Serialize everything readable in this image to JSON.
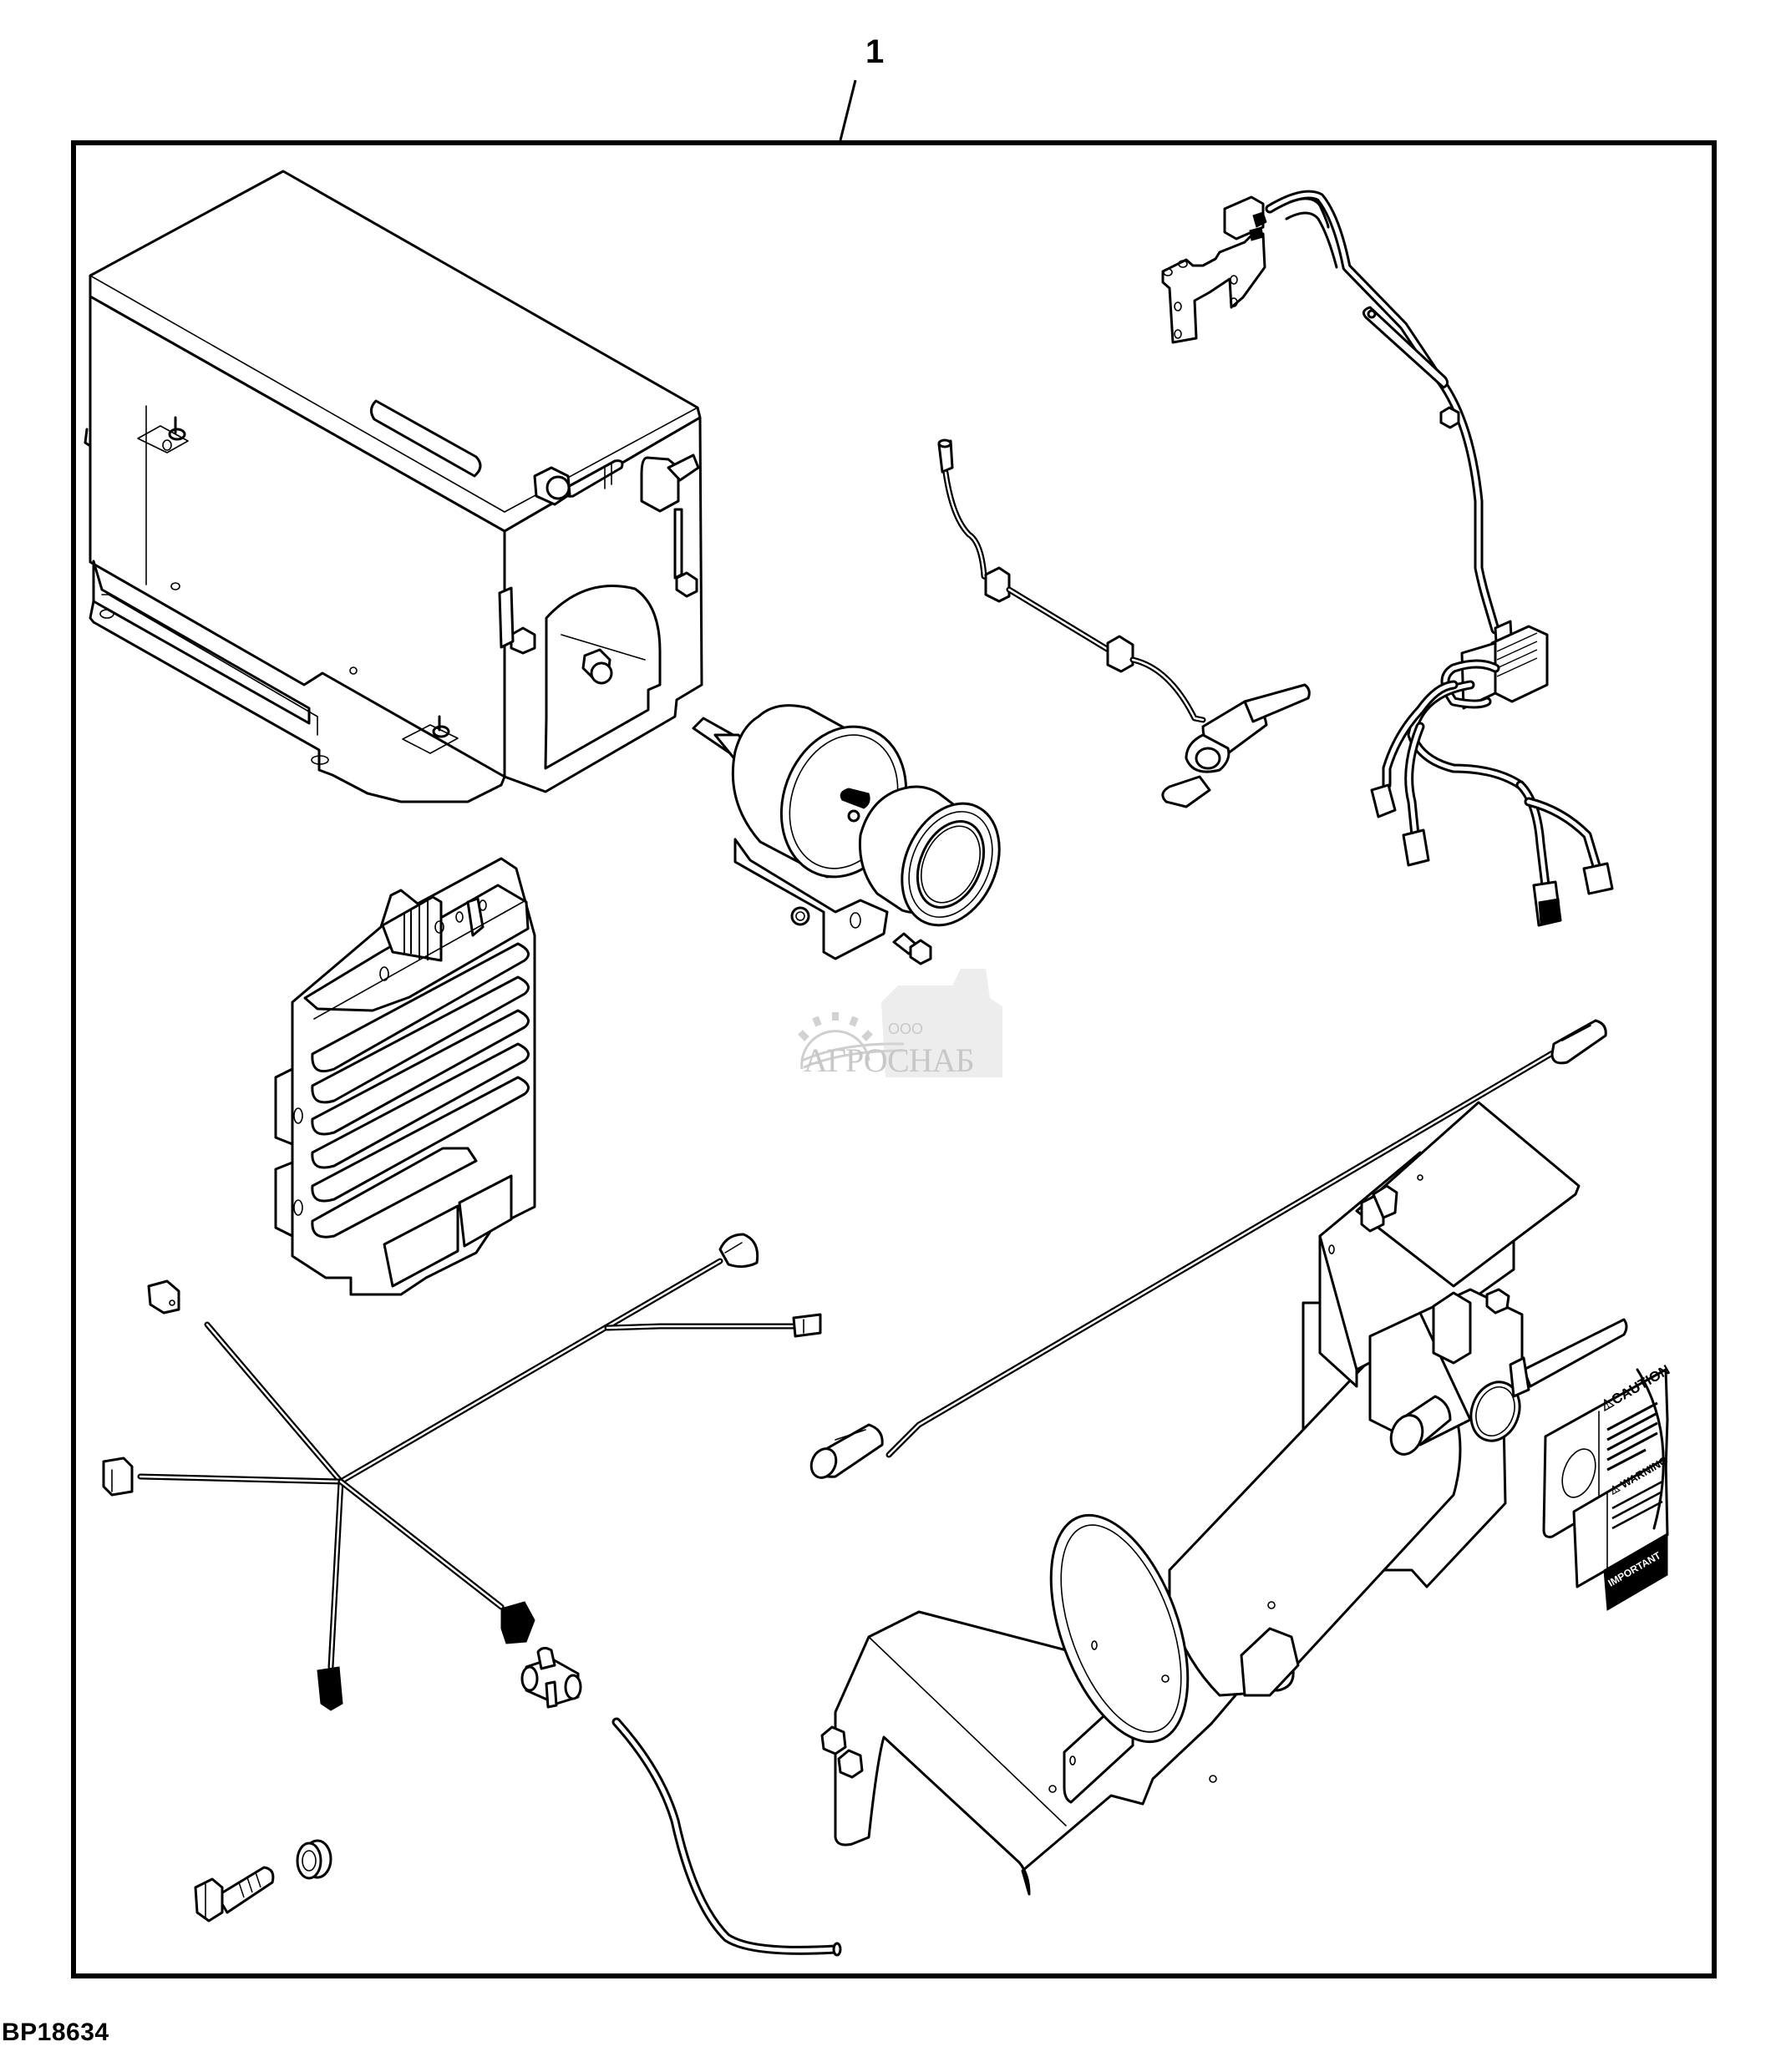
{
  "diagram": {
    "callout_number": "1",
    "figure_id": "BP18634",
    "type": "exploded parts kit illustration",
    "components": [
      {
        "name": "battery-box-enclosure",
        "label": ""
      },
      {
        "name": "filter-canister-with-bracket",
        "label": ""
      },
      {
        "name": "sensor-cable-assembly",
        "label": ""
      },
      {
        "name": "main-wiring-harness-with-bracket",
        "label": ""
      },
      {
        "name": "electronic-control-unit",
        "label": ""
      },
      {
        "name": "branch-wiring-harness",
        "label": ""
      },
      {
        "name": "extension-cable",
        "label": ""
      },
      {
        "name": "tank-pump-assembly",
        "label": ""
      },
      {
        "name": "tee-fitting",
        "label": ""
      },
      {
        "name": "hose",
        "label": ""
      },
      {
        "name": "flange-bolt",
        "label": ""
      },
      {
        "name": "grommet",
        "label": ""
      }
    ],
    "decals": {
      "caution": "⚠CAUTION",
      "warning": "⚠ WARNING",
      "important": "IMPORTANT"
    },
    "watermark": {
      "prefix": "ООО",
      "text": "АГРОСНАБ"
    }
  }
}
